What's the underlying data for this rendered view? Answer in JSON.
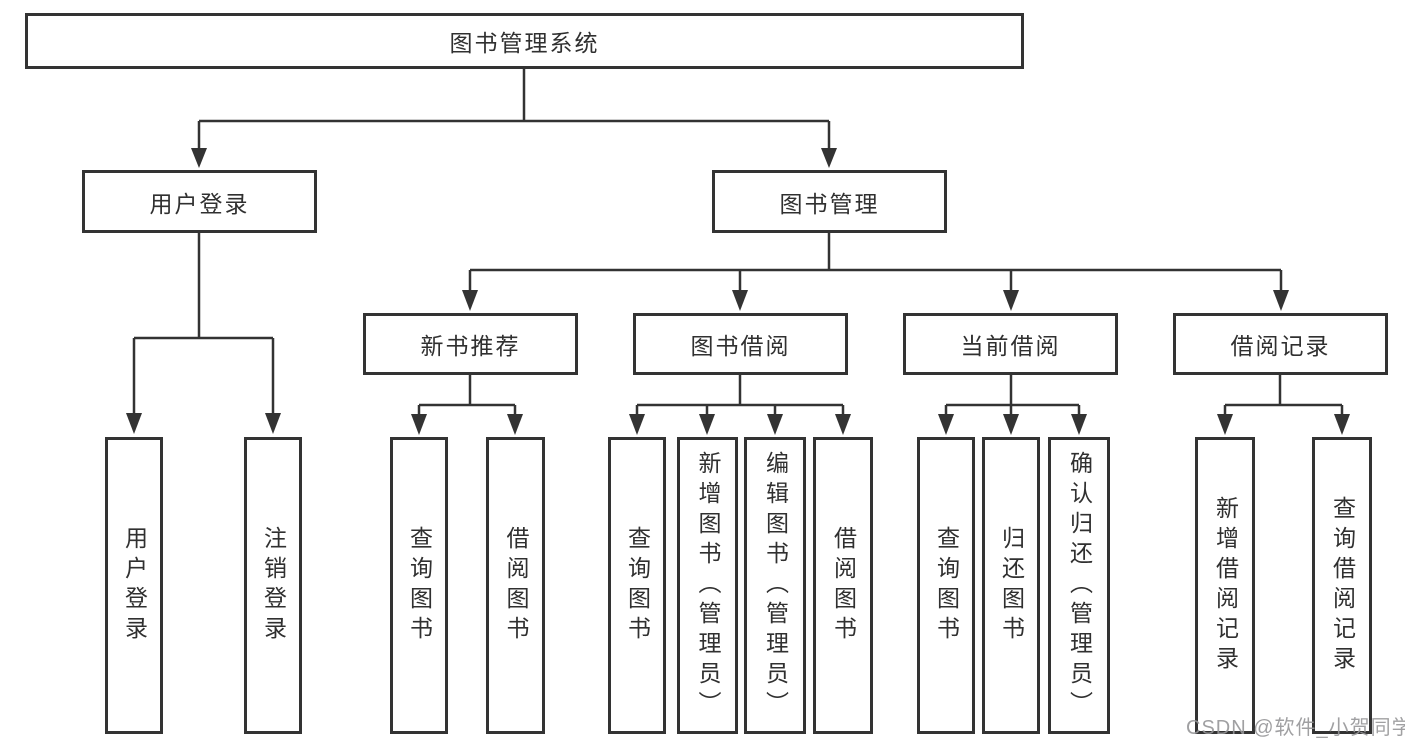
{
  "nodes": {
    "root": "图书管理系统",
    "userLogin": "用户登录",
    "bookMgmt": "图书管理",
    "login": "用户登录",
    "logout": "注销登录",
    "newRec": "新书推荐",
    "borrow": "图书借阅",
    "current": "当前借阅",
    "records": "借阅记录",
    "recQuery": "查询图书",
    "recBorrow": "借阅图书",
    "bbQuery": "查询图书",
    "bbAdd": "新增图书（管理员）",
    "bbEdit": "编辑图书（管理员）",
    "bbBorrow": "借阅图书",
    "cbQuery": "查询图书",
    "cbReturn": "归还图书",
    "cbConfirm": "确认归还（管理员）",
    "brAdd": "新增借阅记录",
    "brQuery": "查询借阅记录"
  },
  "hierarchy": {
    "label": "图书管理系统",
    "children": [
      {
        "label": "用户登录",
        "children": [
          {
            "label": "用户登录"
          },
          {
            "label": "注销登录"
          }
        ]
      },
      {
        "label": "图书管理",
        "children": [
          {
            "label": "新书推荐",
            "children": [
              {
                "label": "查询图书"
              },
              {
                "label": "借阅图书"
              }
            ]
          },
          {
            "label": "图书借阅",
            "children": [
              {
                "label": "查询图书"
              },
              {
                "label": "新增图书（管理员）"
              },
              {
                "label": "编辑图书（管理员）"
              },
              {
                "label": "借阅图书"
              }
            ]
          },
          {
            "label": "当前借阅",
            "children": [
              {
                "label": "查询图书"
              },
              {
                "label": "归还图书"
              },
              {
                "label": "确认归还（管理员）"
              }
            ]
          },
          {
            "label": "借阅记录",
            "children": [
              {
                "label": "新增借阅记录"
              },
              {
                "label": "查询借阅记录"
              }
            ]
          }
        ]
      }
    ]
  },
  "watermark": "CSDN @软件_小贺同学",
  "colors": {
    "line": "#333333",
    "box_border": "#333333",
    "box_background": "#ffffff",
    "text": "#303030",
    "watermark": "#969698"
  }
}
